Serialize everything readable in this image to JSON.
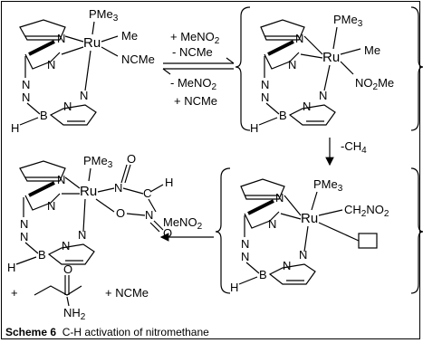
{
  "reagents": {
    "forward_add": "+ MeNO",
    "forward_add_sub": "2",
    "forward_remove": "- NCMe",
    "reverse_remove": "- MeNO",
    "reverse_remove_sub": "2",
    "reverse_add": "+ NCMe",
    "methane_loss": "-CH",
    "methane_sub": "4",
    "menoz_add": "MeNO",
    "menoz_sub": "2"
  },
  "atoms": {
    "N": "N",
    "B": "B",
    "H": "H",
    "Ru": "Ru",
    "O": "O",
    "C": "C",
    "PMe": "PMe",
    "PMe_sub": "3",
    "Me": "Me",
    "NCMe": "NCMe",
    "NO": "NO",
    "NO_sub": "2",
    "OMe": "Me",
    "CH": "CH",
    "CH_sub": "2",
    "NO2": "NO",
    "NO2_sub": "2"
  },
  "products": {
    "plus1": "+",
    "plus2": "+ NCMe",
    "nh": "NH",
    "nh_sub": "2"
  },
  "caption": {
    "label": "Scheme 6",
    "text": "C-H activation of nitromethane"
  }
}
